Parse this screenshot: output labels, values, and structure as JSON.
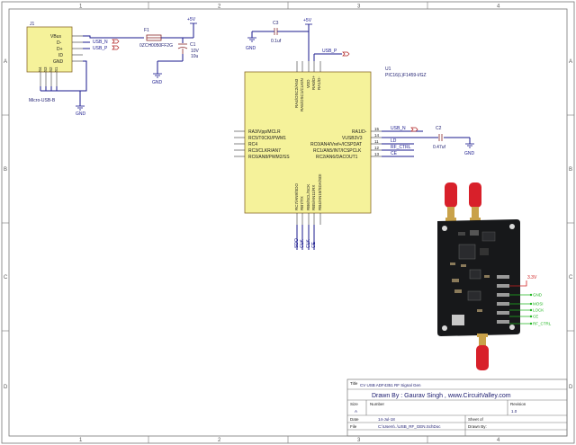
{
  "frame": {
    "columns": [
      "1",
      "2",
      "3",
      "4"
    ],
    "rows": [
      "A",
      "B",
      "C",
      "D"
    ]
  },
  "connector": {
    "ref": "J1",
    "name": "Micro-USB-B",
    "pins": [
      "VBus",
      "D-",
      "D+",
      "ID",
      "GND"
    ],
    "shield_pins": [
      "S4",
      "S3",
      "S2",
      "S1"
    ],
    "nets": [
      "USB_N",
      "USB_P"
    ]
  },
  "fuse": {
    "ref": "F1",
    "value": "0ZCH0050FF2G"
  },
  "cap1": {
    "ref": "C1",
    "value1": "10V",
    "value2": "10u"
  },
  "cap3": {
    "ref": "C3",
    "value": "0.1uf"
  },
  "cap2": {
    "ref": "C2",
    "value": "0.47uf"
  },
  "power": {
    "v5_left": "+5V",
    "v5_mid": "+5V",
    "gnd": "GND"
  },
  "mcu": {
    "ref": "U1",
    "part": "PIC16(L)F1459-I/GZ",
    "top_pins": [
      "RA4/OSC2/AN3",
      "RA5/OSC1/CLKIN",
      "VDD",
      "RA0/D+",
      "RA1/D-"
    ],
    "left_pins": [
      "RA3/Vpp/MCLR",
      "RC5/T0CKI/PWM1",
      "RC4",
      "RC3/CLKR/AN7",
      "RC6/AN8/PWM2/SS"
    ],
    "right_pins": [
      "RA1/D-",
      "VUSB3V3",
      "RC0/AN4/Vref+/ICSPDAT",
      "RC1/AN5/INT/ICSPCLK",
      "RC2/AN6/DACOUT1"
    ],
    "bottom_pins": [
      "RC7/AN9/SDO",
      "RB7/TX",
      "RB6/SCL/SCK",
      "RB5/AN11/RX",
      "RB4/AN10/SDA/SDI"
    ],
    "right_pin_nums": [
      "15",
      "14",
      "11",
      "12",
      "13"
    ],
    "right_nets": [
      "USB_N",
      "",
      "LD",
      "RF_CTRL",
      "CE"
    ],
    "top_net": "USB_P",
    "bottom_nets": [
      "SDO",
      "CLK",
      "CLK",
      "CE"
    ]
  },
  "board": {
    "labels": [
      "3.3V",
      "GND",
      "MOSI",
      "LOCK",
      "CE",
      "RF_CTRL"
    ]
  },
  "title_block": {
    "title_label": "Title",
    "title": "CV USB ADF4351 RF Signal Gen",
    "drawn_by": "Drawn By : Gaurav Singh , www.CircuitValley.com",
    "size_label": "Size",
    "size": "A",
    "number_label": "Number",
    "revision_label": "Revision",
    "revision": "1.0",
    "date_label": "Date",
    "date": "14-Jul-18",
    "file_label": "File",
    "file": "C:\\Users\\..\\USB_RF_GEN.SchDoc",
    "sheet_label": "Sheet   of",
    "drawnby_label": "Drawn By:"
  }
}
